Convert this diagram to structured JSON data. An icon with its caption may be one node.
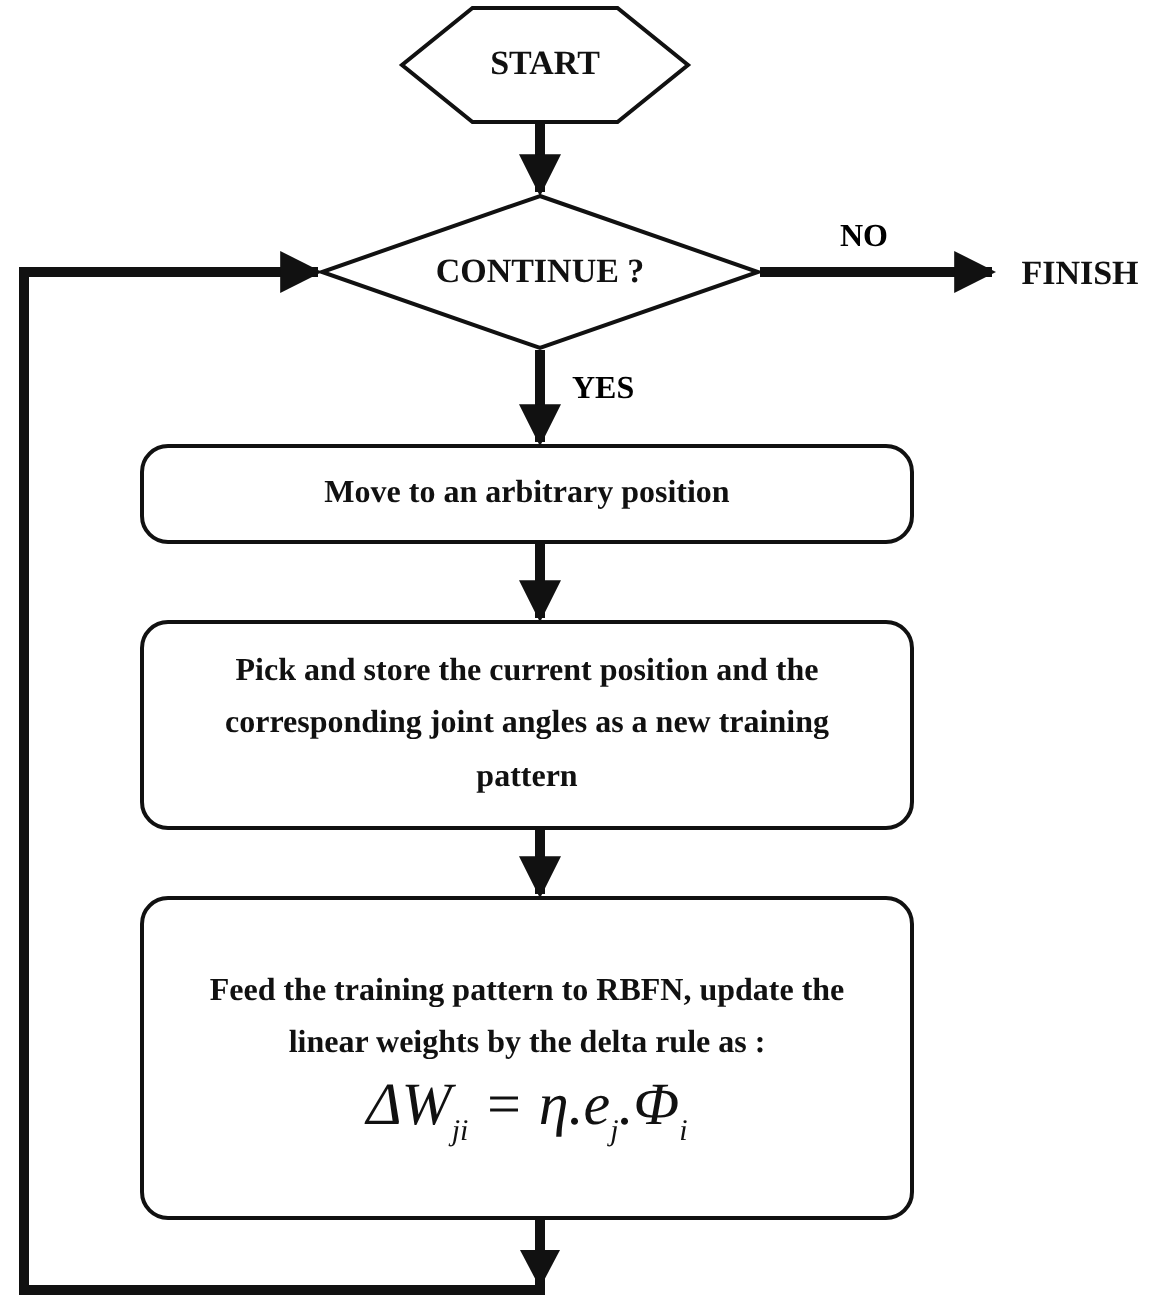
{
  "diagram": {
    "nodes": [
      {
        "text": [
          "START"
        ]
      },
      {
        "text": [
          "CONTINUE ?"
        ]
      },
      {
        "text": [
          "FINISH"
        ]
      },
      {
        "text": [
          "Move to an arbitrary position"
        ]
      },
      {
        "text": [
          "Pick and store the current position and the corresponding joint angles as a new training pattern"
        ]
      },
      {
        "text": [
          "Feed the training pattern to RBFN, update the linear weights by the delta rule as :",
          "ΔW$_{ji}$ = η.e$_{j}$.Φ$_{i}$"
        ]
      }
    ],
    "edges": [
      {
        "from": 0,
        "to": 1,
        "arrow": "to"
      },
      {
        "from": 1,
        "to": 2,
        "arrow": "to",
        "label": "NO"
      },
      {
        "from": 1,
        "to": 3,
        "arrow": "to",
        "label": "YES"
      },
      {
        "from": 3,
        "to": 4,
        "arrow": "to"
      },
      {
        "from": 4,
        "to": 5,
        "arrow": "to"
      },
      {
        "from": 5,
        "to": 1,
        "arrow": "to"
      }
    ]
  }
}
